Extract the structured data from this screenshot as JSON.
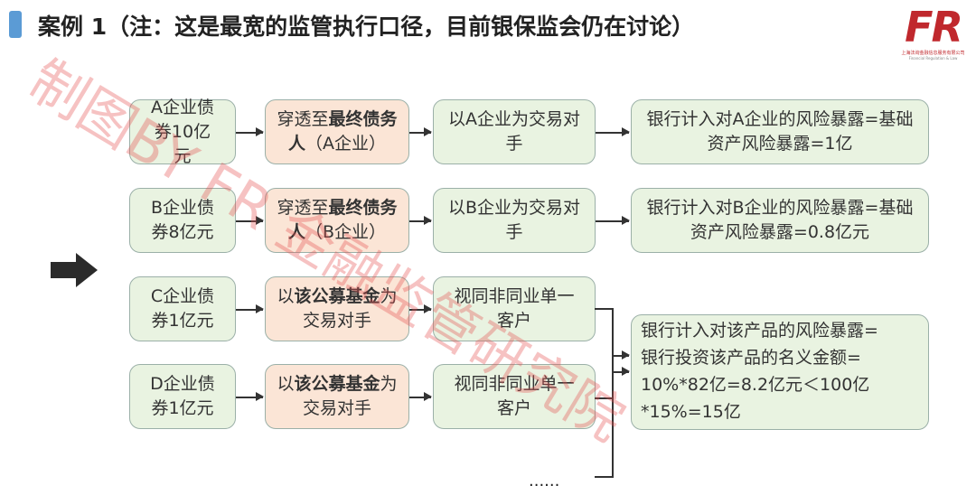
{
  "title": "案例 1（注：这是最宽的监管执行口径，目前银保监会仍在讨论）",
  "logo": {
    "mark": "FR",
    "subtitle": "上海法询金融信息服务有限公司",
    "subtitle_en": "Financial Regulation & Law"
  },
  "watermark": "制图BY FR 金融监管研究院",
  "rows": [
    {
      "asset": "A企业债券10亿元",
      "penetrate": {
        "pre": "穿透至",
        "bold": "最终债务人",
        "post": "（A企业）"
      },
      "counterparty": "以A企业为交易对手",
      "exposure": "银行计入对A企业的风险暴露=基础资产风险暴露=1亿"
    },
    {
      "asset": "B企业债券8亿元",
      "penetrate": {
        "pre": "穿透至",
        "bold": "最终债务人",
        "post": "（B企业）"
      },
      "counterparty": "以B企业为交易对手",
      "exposure": "银行计入对B企业的风险暴露=基础资产风险暴露=0.8亿元"
    },
    {
      "asset": "C企业债券1亿元",
      "penetrate": {
        "pre": "以",
        "bold": "该公募基金",
        "post": "为交易对手"
      },
      "counterparty": "视同非同业单一客户"
    },
    {
      "asset": "D企业债券1亿元",
      "penetrate": {
        "pre": "以",
        "bold": "该公募基金",
        "post": "为交易对手"
      },
      "counterparty": "视同非同业单一客户"
    }
  ],
  "combined_exposure": [
    "银行计入对该产品的风险暴露=",
    "银行投资该产品的名义金额=",
    "10%*82亿=8.2亿元＜100亿",
    "*15%=15亿"
  ],
  "ellipsis": "......"
}
